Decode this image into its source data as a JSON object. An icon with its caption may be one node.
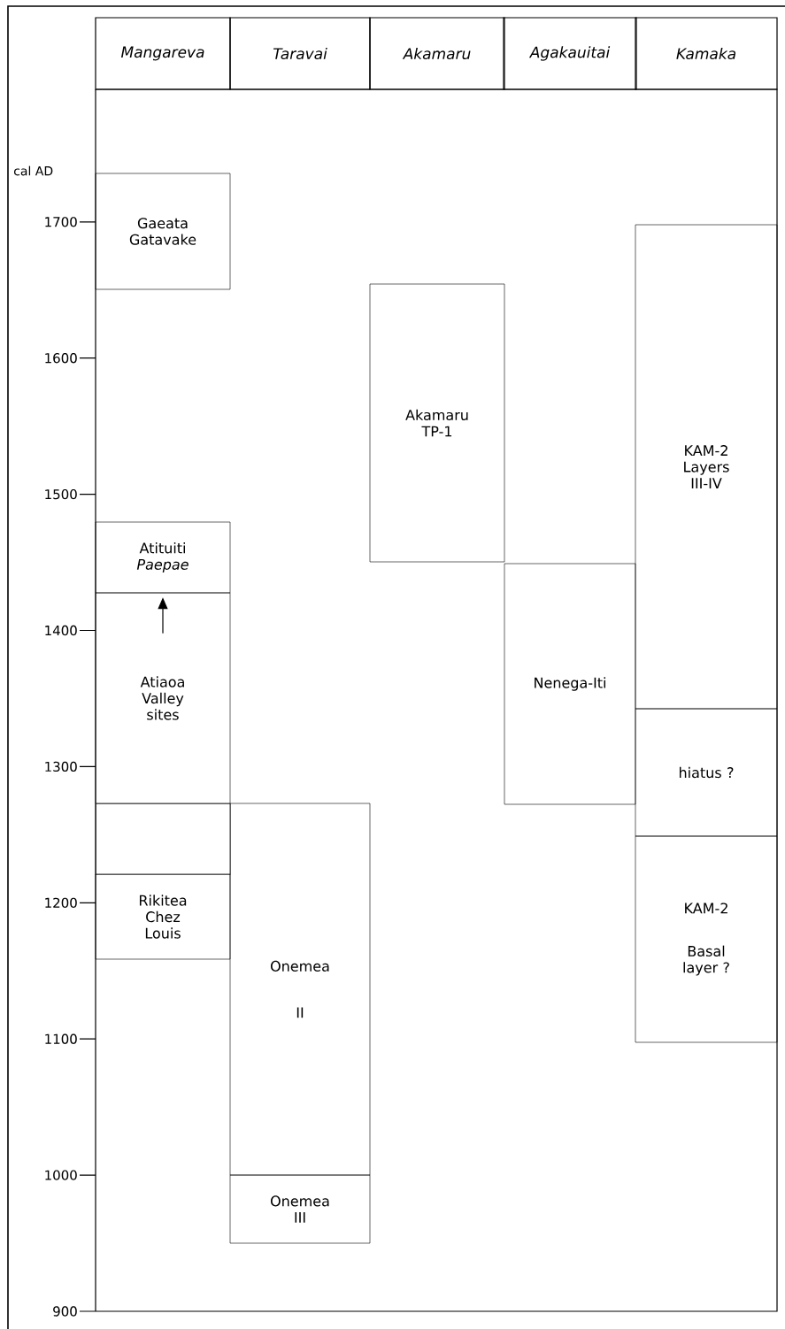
{
  "diagram": {
    "nodes": [
      {
        "text": [
          "Mangareva"
        ]
      },
      {
        "text": [
          "Taravai"
        ]
      },
      {
        "text": [
          "Akamaru"
        ]
      },
      {
        "text": [
          "Agakauitai"
        ]
      },
      {
        "text": [
          "Kamaka"
        ]
      },
      {
        "text": [
          "Gaeata Gatavake"
        ]
      },
      {
        "text": [
          "Atituiti *Paepae*"
        ]
      },
      {
        "text": [
          "Atiaoa Valley sites"
        ]
      },
      {
        "text": [],
        "shape": "box"
      },
      {
        "text": [
          "Rikitea Chez Louis"
        ]
      },
      {
        "text": [
          "Onemea",
          "II"
        ]
      },
      {
        "text": [
          "Onemea III"
        ]
      },
      {
        "text": [
          "Akamaru TP-1"
        ]
      },
      {
        "text": [
          "Nenega-Iti"
        ]
      },
      {
        "text": [
          "KAM-2 Layers III-IV"
        ]
      },
      {
        "text": [
          "hiatus ?"
        ]
      },
      {
        "text": [
          "KAM-2",
          "Basal layer ?"
        ]
      }
    ],
    "edges": [
      {
        "from": 7,
        "to": 6,
        "arrow": "to"
      }
    ],
    "labels": [
      "cal AD",
      "1700",
      "1600",
      "1500",
      "1400",
      "1300",
      "1200",
      "1100",
      "1000",
      "900"
    ]
  }
}
